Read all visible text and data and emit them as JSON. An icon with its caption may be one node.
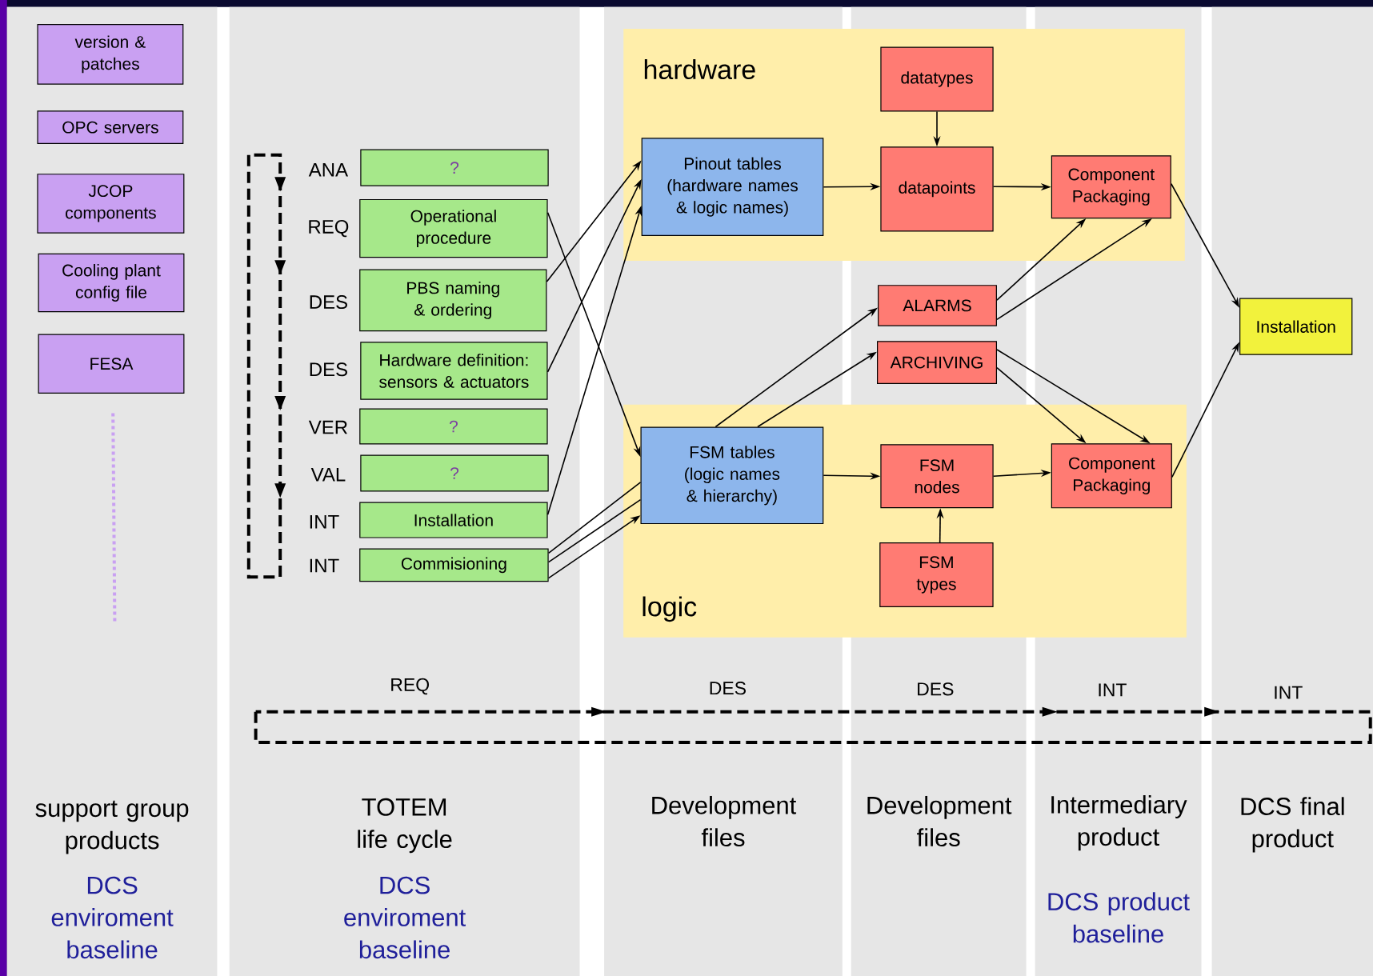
{
  "diagram": {
    "nodes": [
      {
        "text": [
          "version & patches"
        ]
      },
      {
        "text": [
          "OPC servers"
        ]
      },
      {
        "text": [
          "JCOP components"
        ]
      },
      {
        "text": [
          "Cooling plant config file"
        ]
      },
      {
        "text": [
          "FESA"
        ]
      },
      {
        "text": [
          "?"
        ]
      },
      {
        "text": [
          "Operational procedure"
        ]
      },
      {
        "text": [
          "PBS naming & ordering"
        ]
      },
      {
        "text": [
          "Hardware definition: sensors & actuators"
        ]
      },
      {
        "text": [
          "?"
        ]
      },
      {
        "text": [
          "?"
        ]
      },
      {
        "text": [
          "Installation"
        ]
      },
      {
        "text": [
          "Commisioning"
        ]
      },
      {
        "text": [
          "hardware"
        ]
      },
      {
        "text": [
          "logic"
        ]
      },
      {
        "text": [
          "Pinout tables (hardware names & logic names)"
        ],
        "in": 13
      },
      {
        "text": [
          "datatypes"
        ],
        "in": 13
      },
      {
        "text": [
          "datapoints"
        ],
        "in": 13
      },
      {
        "text": [
          "Component Packaging"
        ],
        "in": 13
      },
      {
        "text": [
          "ALARMS"
        ]
      },
      {
        "text": [
          "ARCHIVING"
        ]
      },
      {
        "text": [
          "FSM tables (logic names & hierarchy)"
        ],
        "in": 14
      },
      {
        "text": [
          "FSM nodes"
        ],
        "in": 14
      },
      {
        "text": [
          "Component Packaging"
        ],
        "in": 14
      },
      {
        "text": [
          "FSM types"
        ],
        "in": 14
      },
      {
        "text": [
          "Installation"
        ]
      }
    ],
    "edges": [
      {
        "from": 6,
        "to": 21,
        "arrow": "to"
      },
      {
        "from": 7,
        "to": 15,
        "arrow": "to"
      },
      {
        "from": 8,
        "to": 15,
        "arrow": "to"
      },
      {
        "from": 11,
        "to": 15,
        "arrow": "to"
      },
      {
        "from": 12,
        "to": 21,
        "arrow": "none"
      },
      {
        "from": 12,
        "to": 21,
        "arrow": "none"
      },
      {
        "from": 12,
        "to": 21,
        "arrow": "to"
      },
      {
        "from": 15,
        "to": 17,
        "arrow": "to"
      },
      {
        "from": 16,
        "to": 17,
        "arrow": "to"
      },
      {
        "from": 17,
        "to": 18,
        "arrow": "to"
      },
      {
        "from": 21,
        "to": 19,
        "arrow": "to"
      },
      {
        "from": 21,
        "to": 20,
        "arrow": "to"
      },
      {
        "from": 21,
        "to": 22,
        "arrow": "to"
      },
      {
        "from": 24,
        "to": 22,
        "arrow": "to"
      },
      {
        "from": 22,
        "to": 23,
        "arrow": "to"
      },
      {
        "from": 19,
        "to": 18,
        "arrow": "to"
      },
      {
        "from": 19,
        "to": 18,
        "arrow": "to"
      },
      {
        "from": 20,
        "to": 23,
        "arrow": "to"
      },
      {
        "from": 20,
        "to": 23,
        "arrow": "to"
      },
      {
        "from": 18,
        "to": 25,
        "arrow": "to"
      },
      {
        "from": 23,
        "to": 25,
        "arrow": "to"
      }
    ],
    "labels": [
      "ANA",
      "REQ",
      "DES",
      "DES",
      "VER",
      "VAL",
      "INT",
      "INT",
      "REQ",
      "DES",
      "DES",
      "INT",
      "INT",
      "support group products",
      "TOTEM life cycle",
      "Development files",
      "Development files",
      "Intermediary product",
      "DCS final product",
      "DCS enviroment baseline",
      "DCS enviroment baseline",
      "DCS product baseline"
    ]
  }
}
